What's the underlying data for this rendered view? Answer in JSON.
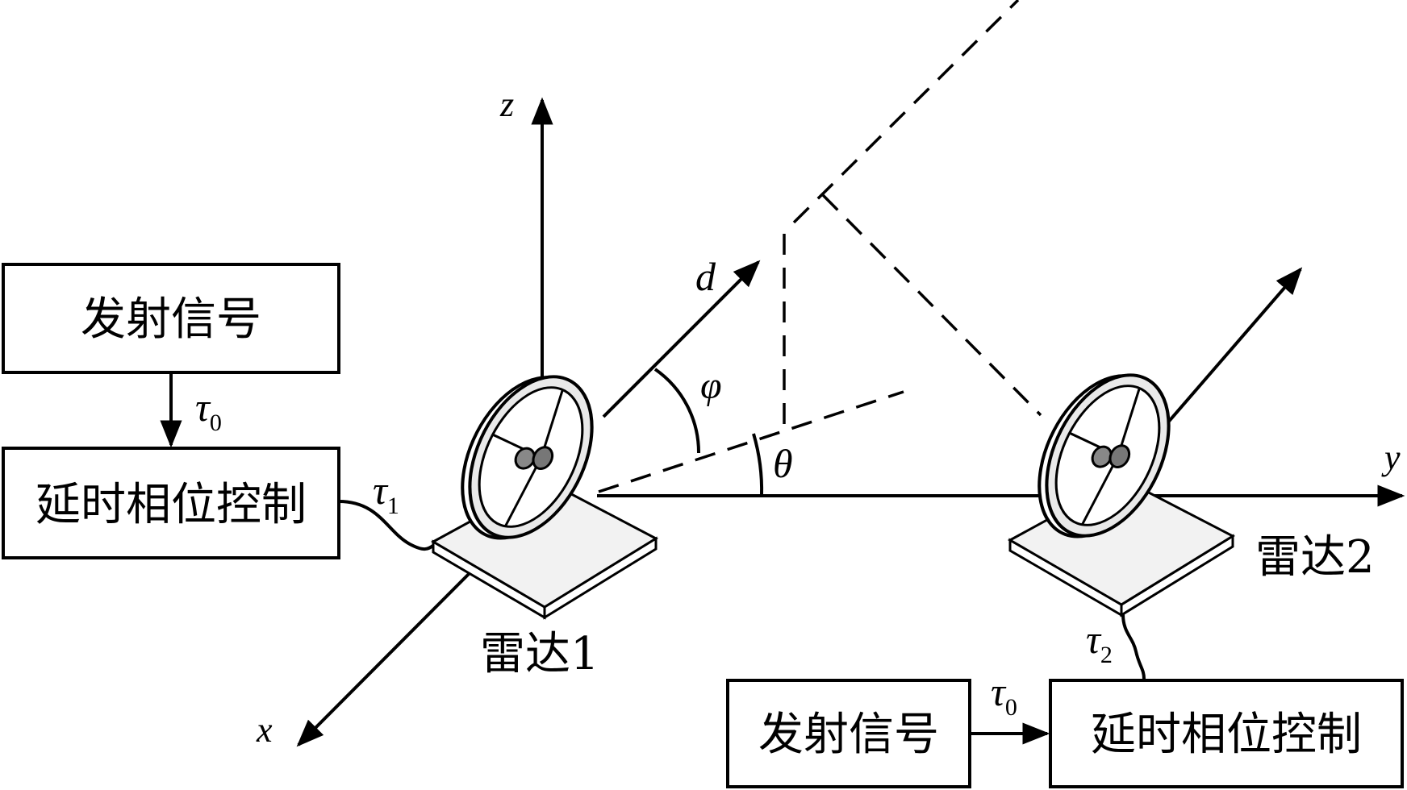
{
  "blocks": {
    "left_signal": "发射信号",
    "left_control": "延时相位控制",
    "right_signal": "发射信号",
    "right_control": "延时相位控制"
  },
  "radars": {
    "radar1": "雷达1",
    "radar2": "雷达2"
  },
  "axes": {
    "x": "x",
    "y": "y",
    "z": "z",
    "d": "d"
  },
  "angles": {
    "phi": "φ",
    "theta": "θ"
  },
  "delays": {
    "tau_symbol": "τ",
    "tau0_sub": "0",
    "tau1_sub": "1",
    "tau2_sub": "2"
  }
}
